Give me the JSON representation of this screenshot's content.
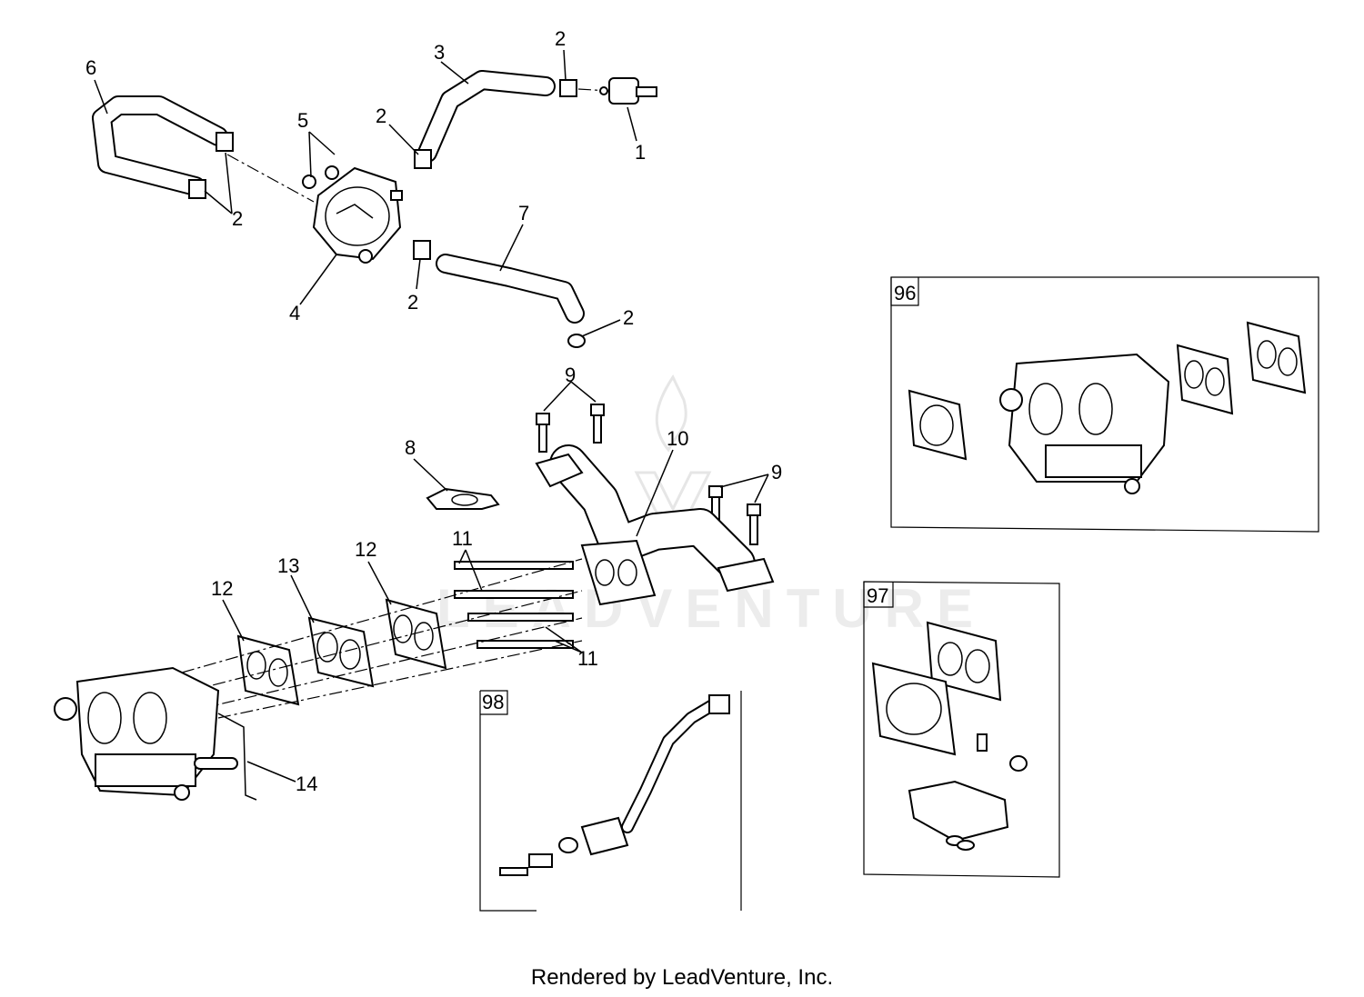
{
  "footer": {
    "text": "Rendered by LeadVenture, Inc."
  },
  "watermark": {
    "text": "LEADVENTURE",
    "color": "#e6e6e6"
  },
  "callouts": {
    "c1": "1",
    "c2a": "2",
    "c2b": "2",
    "c2c": "2",
    "c2d": "2",
    "c2e": "2",
    "c3": "3",
    "c4": "4",
    "c5": "5",
    "c6": "6",
    "c7": "7",
    "c8": "8",
    "c9a": "9",
    "c9b": "9",
    "c10": "10",
    "c11a": "11",
    "c11b": "11",
    "c12a": "12",
    "c12b": "12",
    "c13": "13",
    "c14": "14"
  },
  "kits": {
    "k96": "96",
    "k97": "97",
    "k98": "98"
  }
}
